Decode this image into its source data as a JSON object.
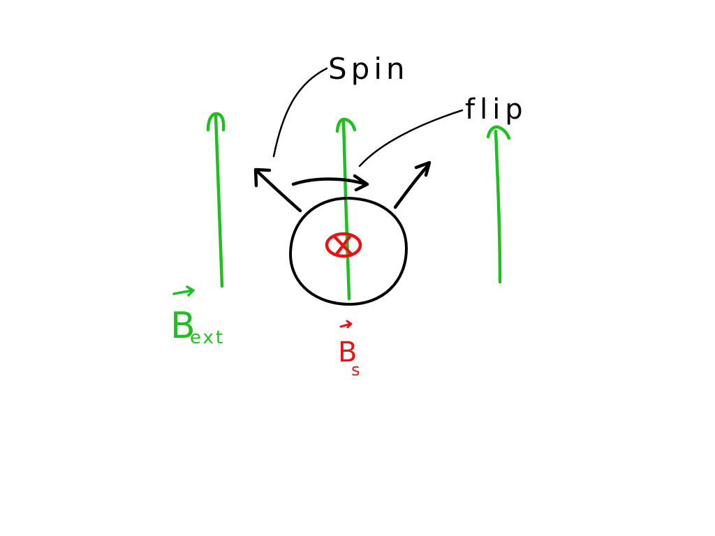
{
  "labels": {
    "spin": "Spin",
    "flip": "flip",
    "b_ext": "B",
    "b_ext_sub": "ext",
    "b_s": "B",
    "b_s_sub": "s"
  },
  "colors": {
    "background": "#ffffff",
    "ink": "#000000",
    "field_lines": "#1fbf1f",
    "spin_field": "#e81414"
  }
}
